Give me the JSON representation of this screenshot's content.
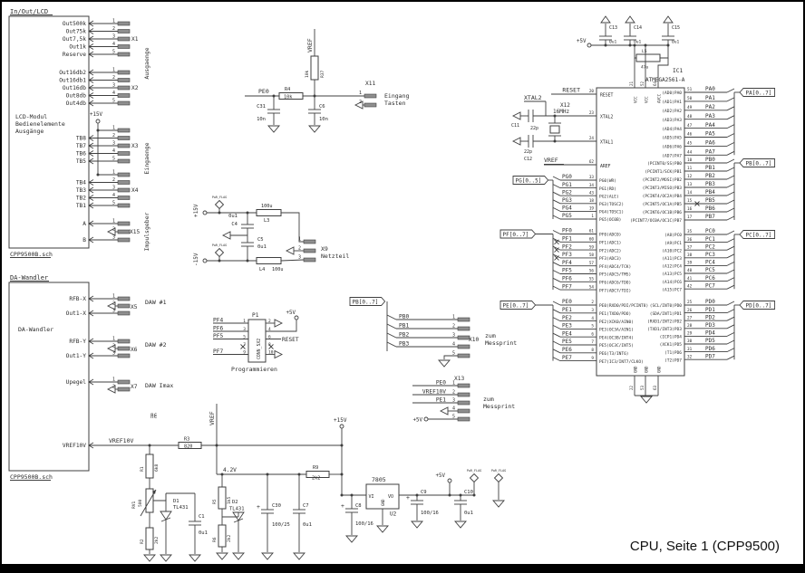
{
  "title": "CPU, Seite 1 (CPP9500)",
  "sheet1": {
    "name": "In/Out/LCD",
    "file": "CPP9500B.sch",
    "inner": [
      "LCD-Modul",
      "Bedienelemente",
      "Ausgänge"
    ],
    "power": "+15V"
  },
  "sheet2": {
    "name": "DA-Wandler",
    "file": "CPP9500B.sch",
    "inner": "DA-Wandler",
    "nc": "nc",
    "pin": "VREF10V"
  },
  "connectors": {
    "x1": {
      "ref": "X1",
      "side": "Ausgaenge",
      "rows": [
        [
          "Out500k",
          "1"
        ],
        [
          "Out75k",
          "2"
        ],
        [
          "Out7,5k",
          "3"
        ],
        [
          "Out1k",
          "4"
        ],
        [
          "Reserve",
          "5"
        ]
      ]
    },
    "x2": {
      "ref": "X2",
      "rows": [
        [
          "Out16db2",
          "1"
        ],
        [
          "Out16db1",
          "2"
        ],
        [
          "Out16db",
          "3"
        ],
        [
          "Out8db",
          "4"
        ],
        [
          "Out4db",
          "5"
        ]
      ]
    },
    "x3": {
      "ref": "X3",
      "side": "Eingaenge",
      "rows": [
        [
          "",
          "1"
        ],
        [
          "TB8",
          "2"
        ],
        [
          "TB7",
          "3"
        ],
        [
          "TB6",
          "4"
        ],
        [
          "TB5",
          "5"
        ]
      ]
    },
    "x4": {
      "ref": "X4",
      "rows": [
        [
          "",
          "1"
        ],
        [
          "TB4",
          "2"
        ],
        [
          "TB3",
          "3"
        ],
        [
          "TB2",
          "4"
        ],
        [
          "TB1",
          "5"
        ]
      ]
    },
    "x15": {
      "ref": "X15",
      "side": "Impulsgeber",
      "rows": [
        [
          "A",
          "1"
        ],
        [
          "",
          "2"
        ],
        [
          "B",
          "3"
        ]
      ]
    },
    "x5": {
      "ref": "X5",
      "note": "DAW #1",
      "rows": [
        [
          "RFB-X",
          "1"
        ],
        [
          "",
          "2"
        ],
        [
          "Out1-X",
          "3"
        ]
      ]
    },
    "x6": {
      "ref": "X6",
      "note": "DAW #2",
      "rows": [
        [
          "RFB-Y",
          "1"
        ],
        [
          "",
          "2"
        ],
        [
          "Out1-Y",
          "3"
        ]
      ]
    },
    "x7": {
      "ref": "X7",
      "note": "DAW Imax",
      "rows": [
        [
          "Upegel",
          "1"
        ],
        [
          "",
          "2"
        ]
      ]
    },
    "x9": {
      "ref": "X9",
      "note": "Netzteil",
      "pins": [
        "1",
        "2",
        "3"
      ]
    },
    "x10": {
      "ref": "X10",
      "bus": "PB[0..7]",
      "note": [
        "zum",
        "Messprint"
      ],
      "rows": [
        [
          "PB0",
          "1"
        ],
        [
          "PB1",
          "2"
        ],
        [
          "PB2",
          "3"
        ],
        [
          "PB3",
          "4"
        ],
        [
          "",
          "5"
        ]
      ]
    },
    "x11": {
      "ref": "X11",
      "note": [
        "Eingang",
        "Tasten"
      ],
      "pins": [
        "1",
        "2"
      ]
    },
    "x13": {
      "ref": "X13",
      "note": [
        "zum",
        "Messprint"
      ],
      "rows": [
        [
          "PE0",
          "1"
        ],
        [
          "VREF10V",
          "2"
        ],
        [
          "PE1",
          "3"
        ],
        [
          "",
          "4"
        ],
        [
          "+5V",
          "5"
        ]
      ]
    }
  },
  "keys_filter": {
    "vref": "VREF",
    "pe0": "PE0",
    "r37": [
      "R37",
      "10k"
    ],
    "r4": [
      "R4",
      "10k"
    ],
    "c31": [
      "C31",
      "10n"
    ],
    "c6": [
      "C6",
      "10n"
    ]
  },
  "supply_filter": {
    "p15": "+15V",
    "m15": "-15V",
    "pwr_flag": "PwR_FLAG",
    "c4": [
      "C4",
      "0u1"
    ],
    "c5": [
      "C5",
      "0u1"
    ],
    "l3": [
      "L3",
      "100u"
    ],
    "l4": [
      "L4",
      "100u"
    ]
  },
  "programmer": {
    "ref": "P1",
    "part": "CONN_5X2",
    "caption": "Programmieren",
    "p5": "+5V",
    "reset": "RESET",
    "left": [
      [
        "PF4",
        "1"
      ],
      [
        "PF6",
        "3"
      ],
      [
        "PF5",
        "5"
      ],
      [
        "",
        "7"
      ],
      [
        "PF7",
        "9"
      ]
    ],
    "right": [
      "2",
      "4",
      "6",
      "8",
      "10"
    ]
  },
  "psu": {
    "vref10v": "VREF10V",
    "vref": "VREF",
    "v42": "4.2V",
    "p15": "+15V",
    "p5": "+5V",
    "nc": "nc",
    "pwr_flag": "PwR_FLAG",
    "r1": [
      "R1",
      "6k8"
    ],
    "rv1": [
      "RV1",
      "500"
    ],
    "r2": [
      "R2",
      "2k2"
    ],
    "r3": [
      "R3",
      "820"
    ],
    "r5": [
      "R5",
      "1k5"
    ],
    "r6": [
      "R6",
      "2k2"
    ],
    "r9": [
      "R9",
      "2k2"
    ],
    "d1": [
      "D1",
      "TL431"
    ],
    "d2": [
      "D2",
      "TL431"
    ],
    "c1": [
      "C1",
      "0u1"
    ],
    "c30": [
      "C30",
      "100/25"
    ],
    "c7": [
      "C7",
      "0u1"
    ],
    "c8": [
      "C8",
      "100/16"
    ],
    "c9": [
      "C9",
      "100/16"
    ],
    "c10": [
      "C10",
      "0u1"
    ],
    "u2": {
      "ref": "U2",
      "part": "7805",
      "vi": "VI",
      "vo": "VO",
      "gnd": "GND"
    }
  },
  "ic": {
    "ref": "IC1",
    "part": "ATMEGA2561-A",
    "p5": "+5V",
    "caps": [
      [
        "C13",
        "0u1"
      ],
      [
        "C14",
        "0u1"
      ],
      [
        "C15",
        "0u1"
      ]
    ],
    "l5": [
      "L5",
      "47u"
    ],
    "vcc_pins": [
      [
        "VCC",
        "21"
      ],
      [
        "VCC",
        "52"
      ],
      [
        "AVCC",
        "64"
      ]
    ],
    "gnd_pins": [
      [
        "GND",
        "22"
      ],
      [
        "GND",
        "53"
      ],
      [
        "GND",
        "63"
      ]
    ],
    "reset": [
      "RESET",
      "20",
      "RESET"
    ],
    "xtal": {
      "net": "XTAL2",
      "ref": "X12",
      "freq": "16MHz",
      "c11": [
        "C11",
        "22p"
      ],
      "c12": [
        "C12",
        "22p"
      ],
      "xtal2": [
        "23",
        "XTAL2"
      ],
      "xtal1": [
        "24",
        "XTAL1"
      ]
    },
    "aref": [
      "VREF",
      "62",
      "AREF"
    ],
    "groups_left": [
      {
        "bus": "PG[0..5]",
        "pins": [
          [
            "PG0",
            "33",
            "PG0(WR)"
          ],
          [
            "PG1",
            "34",
            "PG1(RD)"
          ],
          [
            "PG2",
            "43",
            "PG2(ALE)"
          ],
          [
            "PG3",
            "18",
            "PG3(TOSC2)"
          ],
          [
            "PG4",
            "19",
            "PG4(TOSC1)"
          ],
          [
            "PG5",
            "1",
            "PG5(OC0B)"
          ]
        ]
      },
      {
        "bus": "PF[0..7]",
        "pins": [
          [
            "PF0",
            "61",
            "PF0(ADC0)"
          ],
          [
            "PF1",
            "60",
            "PF1(ADC1)",
            "x"
          ],
          [
            "PF2",
            "59",
            "PF2(ADC2)",
            "x"
          ],
          [
            "PF3",
            "58",
            "PF3(ADC3)",
            "x"
          ],
          [
            "PF4",
            "57",
            "PF4(ADC4/TCK)"
          ],
          [
            "PF5",
            "56",
            "PF5(ADC5/TMS)"
          ],
          [
            "PF6",
            "55",
            "PF6(ADC6/TDO)"
          ],
          [
            "PF7",
            "54",
            "PF7(ADC7/TDI)"
          ]
        ]
      },
      {
        "bus": "PE[0..7]",
        "pins": [
          [
            "PE0",
            "2",
            "PE0(RXD0/PDI/PCINT8)"
          ],
          [
            "PE1",
            "3",
            "PE1(TXD0/PDO)"
          ],
          [
            "PE2",
            "4",
            "PE2(XCK0/AIN0)"
          ],
          [
            "PE3",
            "5",
            "PE3(OC3A/AIN1)"
          ],
          [
            "PE4",
            "6",
            "PE4(OC3B/INT4)"
          ],
          [
            "PE5",
            "7",
            "PE5(OC3C/INT5)"
          ],
          [
            "PE6",
            "8",
            "PE6(T3/INT6)"
          ],
          [
            "PE7",
            "9",
            "PE7(IC3/INT7/CLKO)"
          ]
        ]
      }
    ],
    "groups_right": [
      {
        "bus": "PA[0..7]",
        "pins": [
          [
            "PA0",
            "51",
            "(AD0)PA0"
          ],
          [
            "PA1",
            "50",
            "(AD1)PA1"
          ],
          [
            "PA2",
            "49",
            "(AD2)PA2"
          ],
          [
            "PA3",
            "48",
            "(AD3)PA3"
          ],
          [
            "PA4",
            "47",
            "(AD4)PA4"
          ],
          [
            "PA5",
            "46",
            "(AD5)PA5"
          ],
          [
            "PA6",
            "45",
            "(AD6)PA6"
          ],
          [
            "PA7",
            "44",
            "(AD7)PA7"
          ]
        ]
      },
      {
        "bus": "PB[0..7]",
        "pins": [
          [
            "PB0",
            "10",
            "(PCINT0/SS)PB0"
          ],
          [
            "PB1",
            "11",
            "(PCINT1/SCK)PB1"
          ],
          [
            "PB2",
            "12",
            "(PCINT2/MOSI)PB2"
          ],
          [
            "PB3",
            "13",
            "(PCINT3/MISO)PB3"
          ],
          [
            "PB4",
            "14",
            "(PCINT4/OC2A)PB4"
          ],
          [
            "PB5",
            "15",
            "(PCINT5/OC1A)PB5",
            "x"
          ],
          [
            "PB6",
            "16",
            "(PCINT6/OC1B)PB6"
          ],
          [
            "PB7",
            "17",
            "(PCINT7/OC0A/OC1C)PB7"
          ]
        ]
      },
      {
        "bus": "PC[0..7]",
        "pins": [
          [
            "PC0",
            "35",
            "(A8)PC0"
          ],
          [
            "PC1",
            "36",
            "(A9)PC1"
          ],
          [
            "PC2",
            "37",
            "(A10)PC2"
          ],
          [
            "PC3",
            "38",
            "(A11)PC3"
          ],
          [
            "PC4",
            "39",
            "(A12)PC4"
          ],
          [
            "PC5",
            "40",
            "(A13)PC5"
          ],
          [
            "PC6",
            "41",
            "(A14)PC6"
          ],
          [
            "PC7",
            "42",
            "(A15)PC7"
          ]
        ]
      },
      {
        "bus": "PD[0..7]",
        "pins": [
          [
            "PD0",
            "25",
            "(SCL/INT0)PD0"
          ],
          [
            "PD1",
            "26",
            "(SDA/INT1)PD1"
          ],
          [
            "PD2",
            "27",
            "(RXD1/INT2)PD2"
          ],
          [
            "PD3",
            "28",
            "(TXD1/INT3)PD3"
          ],
          [
            "PD4",
            "29",
            "(ICP1)PD4"
          ],
          [
            "PD5",
            "30",
            "(XCK1)PD5"
          ],
          [
            "PD6",
            "31",
            "(T1)PD6"
          ],
          [
            "PD7",
            "32",
            "(T2)PD7"
          ]
        ]
      }
    ]
  }
}
